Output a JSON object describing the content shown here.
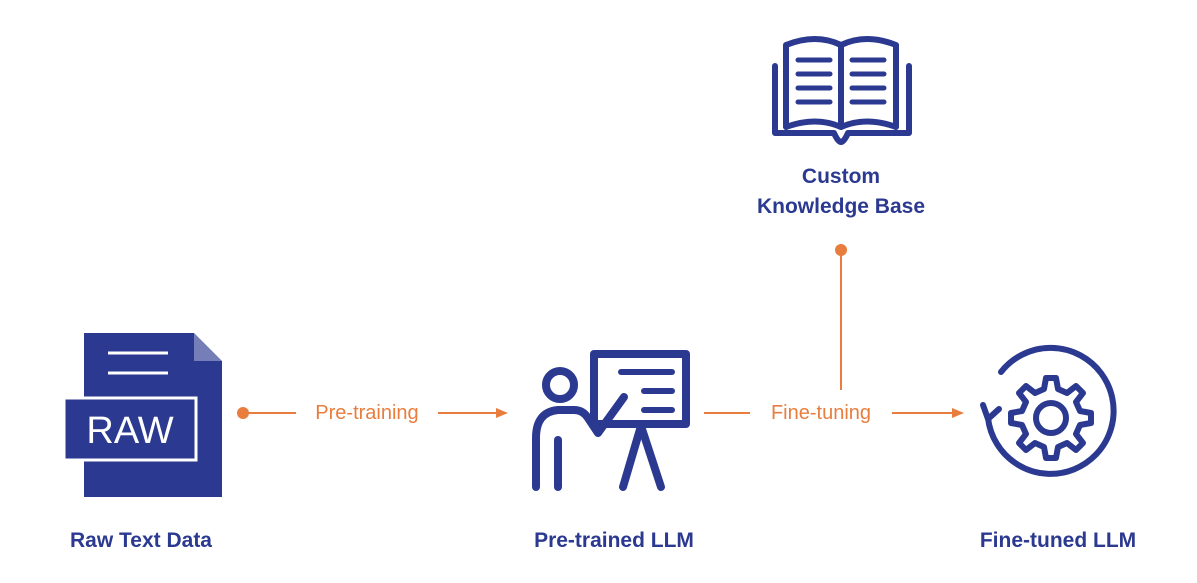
{
  "nodes": {
    "raw": {
      "label": "Raw Text Data",
      "icon": "raw-file-icon",
      "icon_text": "RAW"
    },
    "pretrained": {
      "label": "Pre-trained LLM",
      "icon": "presenter-board-icon"
    },
    "finetuned": {
      "label": "Fine-tuned LLM",
      "icon": "gear-cycle-icon"
    },
    "knowledge": {
      "label_line1": "Custom",
      "label_line2": "Knowledge Base",
      "icon": "open-book-icon"
    }
  },
  "edges": {
    "pretraining": "Pre-training",
    "finetuning": "Fine-tuning"
  },
  "colors": {
    "primary": "#2b3a90",
    "accent": "#e87d3e",
    "background": "#ffffff"
  }
}
